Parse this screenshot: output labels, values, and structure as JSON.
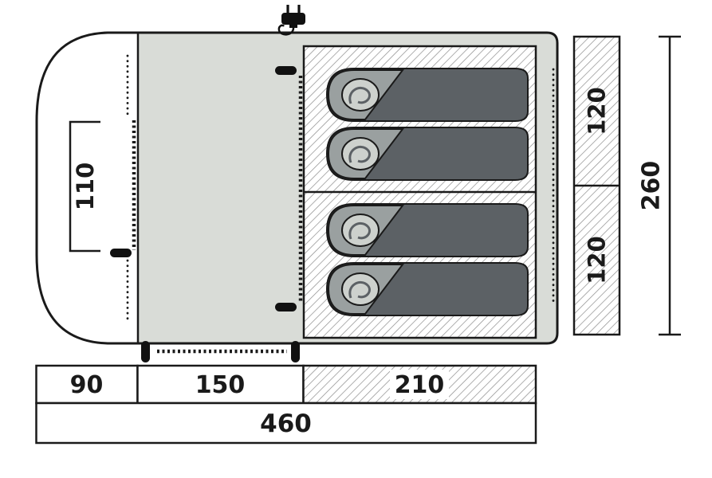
{
  "diagram": {
    "type": "tent-floorplan",
    "labels": {
      "door_width": "110",
      "porch_depth": "90",
      "living_depth": "150",
      "sleeping_depth": "210",
      "total_length": "460",
      "cabin_top_width": "120",
      "cabin_bottom_width": "120",
      "total_width": "260"
    },
    "colors": {
      "groundsheet": "#d9dcd7",
      "hatch_line": "#8c8c8c",
      "bag_body": "#5c6165",
      "bag_hood": "#9aa0a0",
      "pillow": "#cdd1cd"
    },
    "icons": [
      "power-plug-icon"
    ]
  }
}
